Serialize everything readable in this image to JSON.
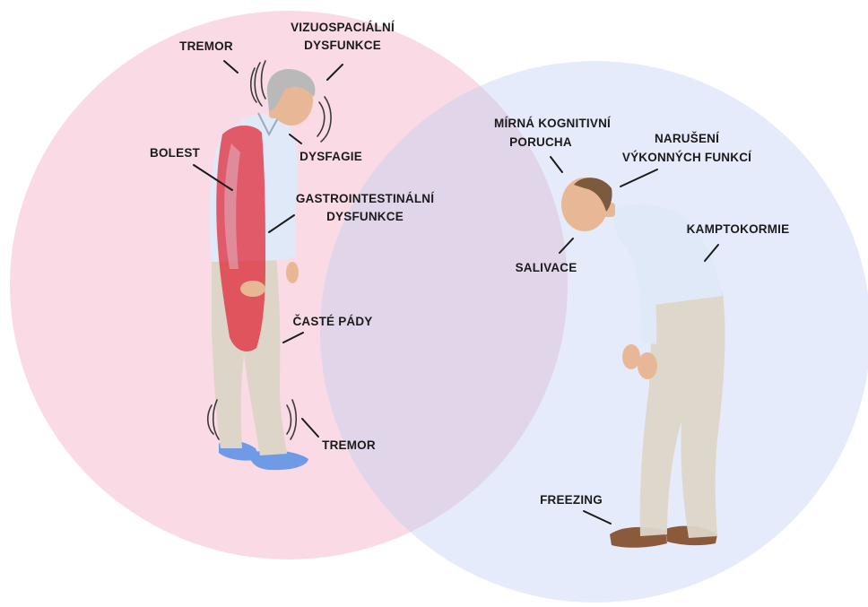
{
  "colors": {
    "left_circle": "#f0a3bd",
    "right_circle": "#bfcdf3",
    "pain_highlight": "#e02a3a",
    "shirt": "#dfe9f7",
    "pants": "#ddd6c8",
    "slippers": "#6f9be6",
    "shoes": "#8b5a3c",
    "skin": "#e8b896"
  },
  "left_symptoms": {
    "tremor_head": "TREMOR",
    "visuospatial_line1": "VIZUOSPACIÁLNÍ",
    "visuospatial_line2": "DYSFUNKCE",
    "pain": "BOLEST",
    "dysphagia": "DYSFAGIE",
    "gi_line1": "GASTROINTESTINÁLNÍ",
    "gi_line2": "DYSFUNKCE",
    "falls": "ČASTÉ PÁDY",
    "tremor_feet": "TREMOR"
  },
  "right_symptoms": {
    "mci_line1": "MÍRNÁ KOGNITIVNÍ",
    "mci_line2": "PORUCHA",
    "exec_line1": "NARUŠENÍ",
    "exec_line2": "VÝKONNÝCH FUNKCÍ",
    "camptocormia": "KAMPTOKORMIE",
    "salivation": "SALIVACE",
    "freezing": "FREEZING"
  }
}
